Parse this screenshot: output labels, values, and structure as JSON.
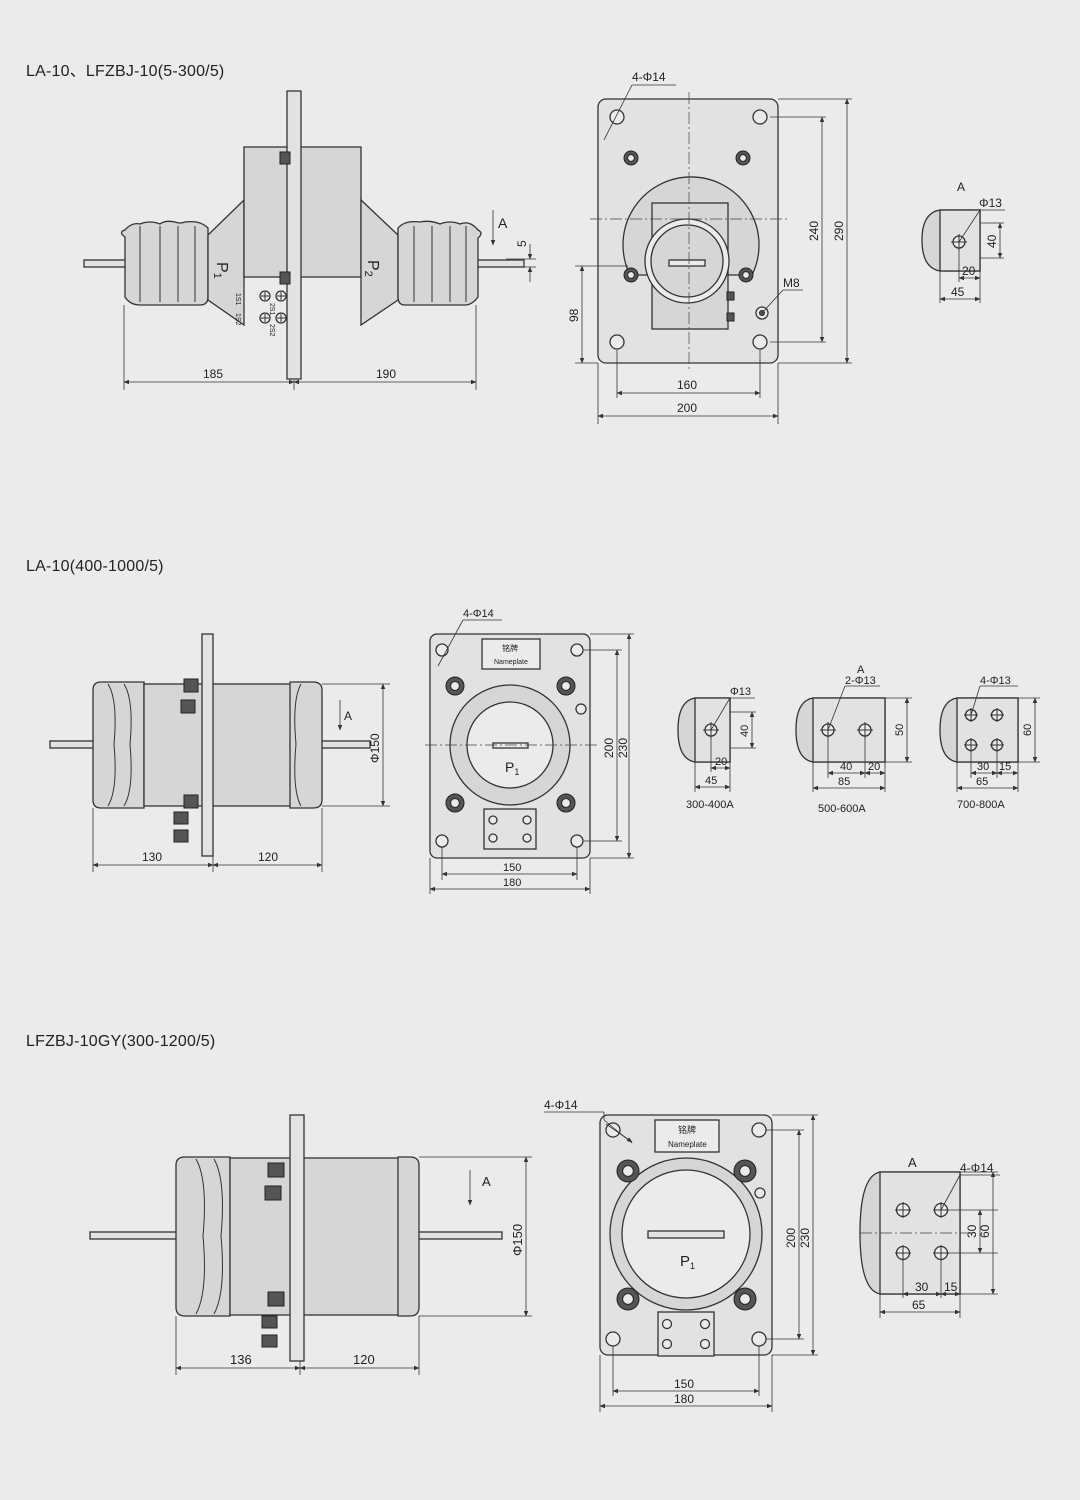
{
  "sections": [
    {
      "title": "LA-10、LFZBJ-10(5-300/5)",
      "side_view": {
        "dim_left": "185",
        "dim_right": "190",
        "dim_gap": "5",
        "arrow": "A",
        "p1": "P",
        "p1_sub": "1",
        "p2": "P",
        "p2_sub": "2",
        "terminal_labels": [
          "1S1",
          "2S1",
          "1S2",
          "2S2"
        ]
      },
      "front_view": {
        "holes": "4-Φ14",
        "bolt": "M8",
        "dims": {
          "h1": "240",
          "h2": "290",
          "off": "98",
          "w1": "160",
          "w2": "200"
        }
      },
      "terminal_detail": {
        "view": "A",
        "hole": "Φ13",
        "dims": [
          "40",
          "20",
          "45"
        ]
      }
    },
    {
      "title": "LA-10(400-1000/5)",
      "side_view": {
        "dim_left": "130",
        "dim_right": "120",
        "dia": "Φ150",
        "arrow": "A"
      },
      "front_view": {
        "holes": "4-Φ14",
        "nameplate_cn": "铭牌",
        "nameplate_en": "Nameplate",
        "p1": "P",
        "p1_sub": "1",
        "dims": {
          "h1": "200",
          "h2": "230",
          "w1": "150",
          "w2": "180"
        }
      },
      "terminal_details": [
        {
          "hole": "Φ13",
          "dims": [
            "40",
            "20",
            "45"
          ],
          "caption": "300-400A"
        },
        {
          "view": "A",
          "hole": "2-Φ13",
          "dims": [
            "50",
            "40",
            "20",
            "85"
          ],
          "caption": "500-600A"
        },
        {
          "hole": "4-Φ13",
          "dims": [
            "60",
            "30",
            "15",
            "65"
          ],
          "caption": "700-800A"
        }
      ]
    },
    {
      "title": "LFZBJ-10GY(300-1200/5)",
      "side_view": {
        "dim_left": "136",
        "dim_right": "120",
        "dia": "Φ150",
        "arrow": "A"
      },
      "front_view": {
        "holes": "4-Φ14",
        "nameplate_cn": "铭牌",
        "nameplate_en": "Nameplate",
        "p1": "P",
        "p1_sub": "1",
        "dims": {
          "h1": "200",
          "h2": "230",
          "w1": "150",
          "w2": "180"
        }
      },
      "terminal_detail": {
        "view": "A",
        "hole": "4-Φ14",
        "dims": [
          "30",
          "60",
          "30",
          "15",
          "65"
        ]
      }
    }
  ]
}
